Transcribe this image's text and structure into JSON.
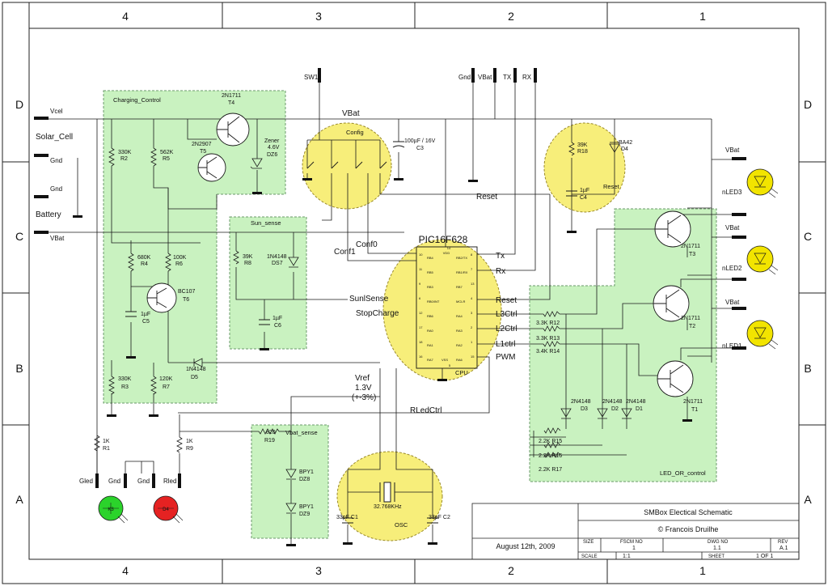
{
  "grid": {
    "columns": [
      "4",
      "3",
      "2",
      "1"
    ],
    "rows": [
      "D",
      "C",
      "B",
      "A"
    ]
  },
  "colors": {
    "green_zone": "#c9f2c0",
    "yellow_zone": "#f7ee7a",
    "wire": "#1a1a1a",
    "led_green": "#2bd32b",
    "led_red": "#e52222",
    "led_yellow": "#f2e400"
  },
  "zones": {
    "charging": "Charging_Control",
    "sun_sense": "Sun_sense",
    "vbat_sense": "Vbat_sense",
    "led_control": "LED_OR_control",
    "config": "Config",
    "reset": "Reset",
    "cpu": "CPU",
    "osc": "OSC"
  },
  "connectors_left": {
    "vcel": "Vcel",
    "solar": "Solar_Cell",
    "gnd1": "Gnd",
    "gnd2": "Gnd",
    "battery": "Battery",
    "vbat": "VBat"
  },
  "connectors_top": {
    "sw1": "SW1",
    "gnd": "Gnd",
    "vbat": "VBat",
    "tx": "TX",
    "rx": "RX"
  },
  "connectors_bottom": {
    "gled": "Gled",
    "gnd1": "Gnd",
    "gnd2": "Gnd",
    "rled": "Rled"
  },
  "connectors_right": {
    "vbat1": "VBat",
    "nled3": "nLED3",
    "vbat2": "VBat",
    "nled2": "nLED2",
    "vbat3": "VBat",
    "nled1": "nLED1"
  },
  "nets": {
    "vbat": "VBat",
    "reset": "Reset",
    "conf0": "Conf0",
    "conf1": "Conf1",
    "sunlsense": "SunlSense",
    "stopcharge": "StopCharge",
    "vref_a": "Vref",
    "vref_b": "1.3V",
    "vref_c": "(+-3%)",
    "rledctrl": "RLedCtrl",
    "tx": "Tx",
    "rx": "Rx",
    "reset_r": "Reset",
    "l3ctrl": "L3Ctrl",
    "l2ctrl": "L2Ctrl",
    "l1ctrl": "L1ctrl",
    "pwm": "PWM"
  },
  "mcu": {
    "name": "PIC16F628",
    "pins_left": [
      {
        "num": "10",
        "name": "RB4"
      },
      {
        "num": "11",
        "name": "RB5"
      },
      {
        "num": "9",
        "name": "RB3"
      },
      {
        "num": "6",
        "name": "RB0/INT"
      },
      {
        "num": "12",
        "name": "RB6"
      },
      {
        "num": "17",
        "name": "RA0"
      },
      {
        "num": "18",
        "name": "RA1"
      },
      {
        "num": "16",
        "name": "RA7"
      }
    ],
    "pins_right": [
      {
        "num": "8",
        "name": "RB2/TX"
      },
      {
        "num": "7",
        "name": "RB1/RX"
      },
      {
        "num": "13",
        "name": "RB7"
      },
      {
        "num": "4",
        "name": "MCLR"
      },
      {
        "num": "3",
        "name": "RA4"
      },
      {
        "num": "2",
        "name": "RA3"
      },
      {
        "num": "1",
        "name": "RA2"
      },
      {
        "num": "15",
        "name": "RA6"
      }
    ],
    "vdd": "VDD",
    "vdd_pin": "14",
    "vss": "VSS",
    "vss_pin": "5"
  },
  "components": {
    "t4": [
      "2N1711",
      "T4"
    ],
    "t5": [
      "2N2907",
      "T5"
    ],
    "dz6": [
      "Zener",
      "4.6V",
      "DZ6"
    ],
    "r2": [
      "330K",
      "R2"
    ],
    "r5": [
      "562K",
      "R5"
    ],
    "r4": [
      "680K",
      "R4"
    ],
    "r6": [
      "100K",
      "R6"
    ],
    "t6": [
      "BC107",
      "T6"
    ],
    "c5": [
      "1µF",
      "C5"
    ],
    "r3": [
      "330K",
      "R3"
    ],
    "r7": [
      "120K",
      "R7"
    ],
    "d5": [
      "1N4148",
      "D5"
    ],
    "r8": [
      "39K",
      "R8"
    ],
    "ds7": [
      "1N4148",
      "DS7"
    ],
    "c6": [
      "1µF",
      "C6"
    ],
    "c3": [
      "100µF / 16V",
      "C3"
    ],
    "r18": [
      "39K",
      "R18"
    ],
    "d4": [
      "BA42",
      "D4"
    ],
    "c4": [
      "1µF",
      "C4"
    ],
    "r1": [
      "1K",
      "R1"
    ],
    "r9": [
      "1K",
      "R9"
    ],
    "r19": [
      "820",
      "R19"
    ],
    "dz8": [
      "BPY1",
      "DZ8"
    ],
    "dz9": [
      "BPY1",
      "DZ9"
    ],
    "xtal": "32.768KHz",
    "c1": "33pF C1",
    "c2": "33pF C2",
    "t3": [
      "2N1711",
      "T3"
    ],
    "t2": [
      "2N1711",
      "T2"
    ],
    "t1": [
      "2N1711",
      "T1"
    ],
    "r12": "3.3K R12",
    "r13": "3.3K R13",
    "r14": "3.4K R14",
    "d3": [
      "2N4148",
      "D3"
    ],
    "d2": [
      "2N4148",
      "D2"
    ],
    "d1": [
      "2N4148",
      "D1"
    ],
    "r15": "2.2K R15",
    "r16": "2.2K R16",
    "r17": "2.2K R17",
    "led_g": "K3",
    "led_r": "D4"
  },
  "title_block": {
    "title": "SMBox Electical Schematic",
    "author": "© Francois Druilhe",
    "date": "August 12th, 2009",
    "size_label": "SIZE",
    "fscm_label": "FSCM NO",
    "fscm_value": "1",
    "dwg_label": "DWG NO",
    "dwg_value": "1.1",
    "rev_label": "REV",
    "rev_value": "A.1",
    "scale_label": "SCALE",
    "scale_value": "1:1",
    "sheet_label": "SHEET",
    "sheet_value": "1 OF 1"
  }
}
